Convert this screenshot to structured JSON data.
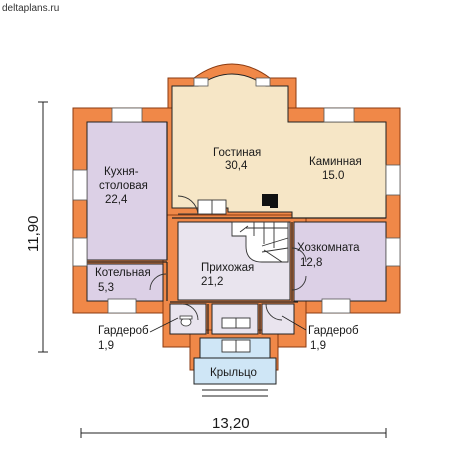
{
  "site": "deltaplans.ru",
  "colors": {
    "wall": "#f08848",
    "wall_stroke": "#8a3a10",
    "living": "#f6e6c6",
    "kitchen": "#dcd0e6",
    "utility": "#dcd0e6",
    "boiler": "#dcd0e6",
    "hall": "#e9e4ee",
    "wardrobe": "#e9e4ee",
    "porch": "#cfe6f6",
    "line": "#222222"
  },
  "rooms": {
    "living": {
      "name": "Гостиная",
      "area": "30,4"
    },
    "fireplace": {
      "name": "Каминная",
      "area": "15.0"
    },
    "kitchen": {
      "name_line1": "Кухня-",
      "name_line2": "столовая",
      "area": "22,4"
    },
    "utility": {
      "name": "Хозкомната",
      "area": "12,8"
    },
    "hall": {
      "name": "Прихожая",
      "area": "21,2"
    },
    "boiler": {
      "name": "Котельная",
      "area": "5,3"
    },
    "wardrobe_left": {
      "name": "Гардероб",
      "area": "1,9"
    },
    "wardrobe_right": {
      "name": "Гардероб",
      "area": "1,9"
    },
    "porch": {
      "name": "Крыльцо"
    }
  },
  "dimensions": {
    "width": "13,20",
    "depth": "11,90"
  },
  "icons": [
    "stair-icon",
    "fireplace-icon",
    "toilet-icon",
    "door-swing-icon",
    "window-icon"
  ]
}
